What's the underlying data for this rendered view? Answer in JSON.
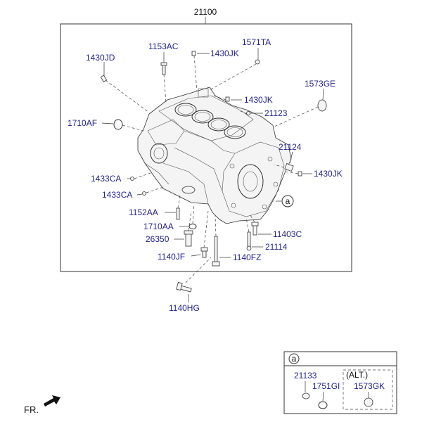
{
  "diagram": {
    "assembly_number": "21100",
    "labels": {
      "l1153AC": "1153AC",
      "l1571TA": "1571TA",
      "l1430JD": "1430JD",
      "l1430JK_top": "1430JK",
      "l1573GE": "1573GE",
      "l1430JK_mid": "1430JK",
      "l21123": "21123",
      "l1710AF": "1710AF",
      "l21124": "21124",
      "l1430JK_right": "1430JK",
      "l1433CA_1": "1433CA",
      "l1433CA_2": "1433CA",
      "l1152AA": "1152AA",
      "l1710AA": "1710AA",
      "l11403C": "11403C",
      "l26350": "26350",
      "l21114": "21114",
      "l1140JF": "1140JF",
      "l1140FZ": "1140FZ",
      "l1140HG": "1140HG"
    },
    "callout_marker": "a",
    "direction_label": "FR.",
    "detail_box": {
      "marker": "a",
      "l21133": "21133",
      "l1751GI": "1751GI",
      "alt_label": "(ALT.)",
      "l1573GK": "1573GK"
    },
    "colors": {
      "label": "#23238e",
      "line": "#333333"
    }
  }
}
